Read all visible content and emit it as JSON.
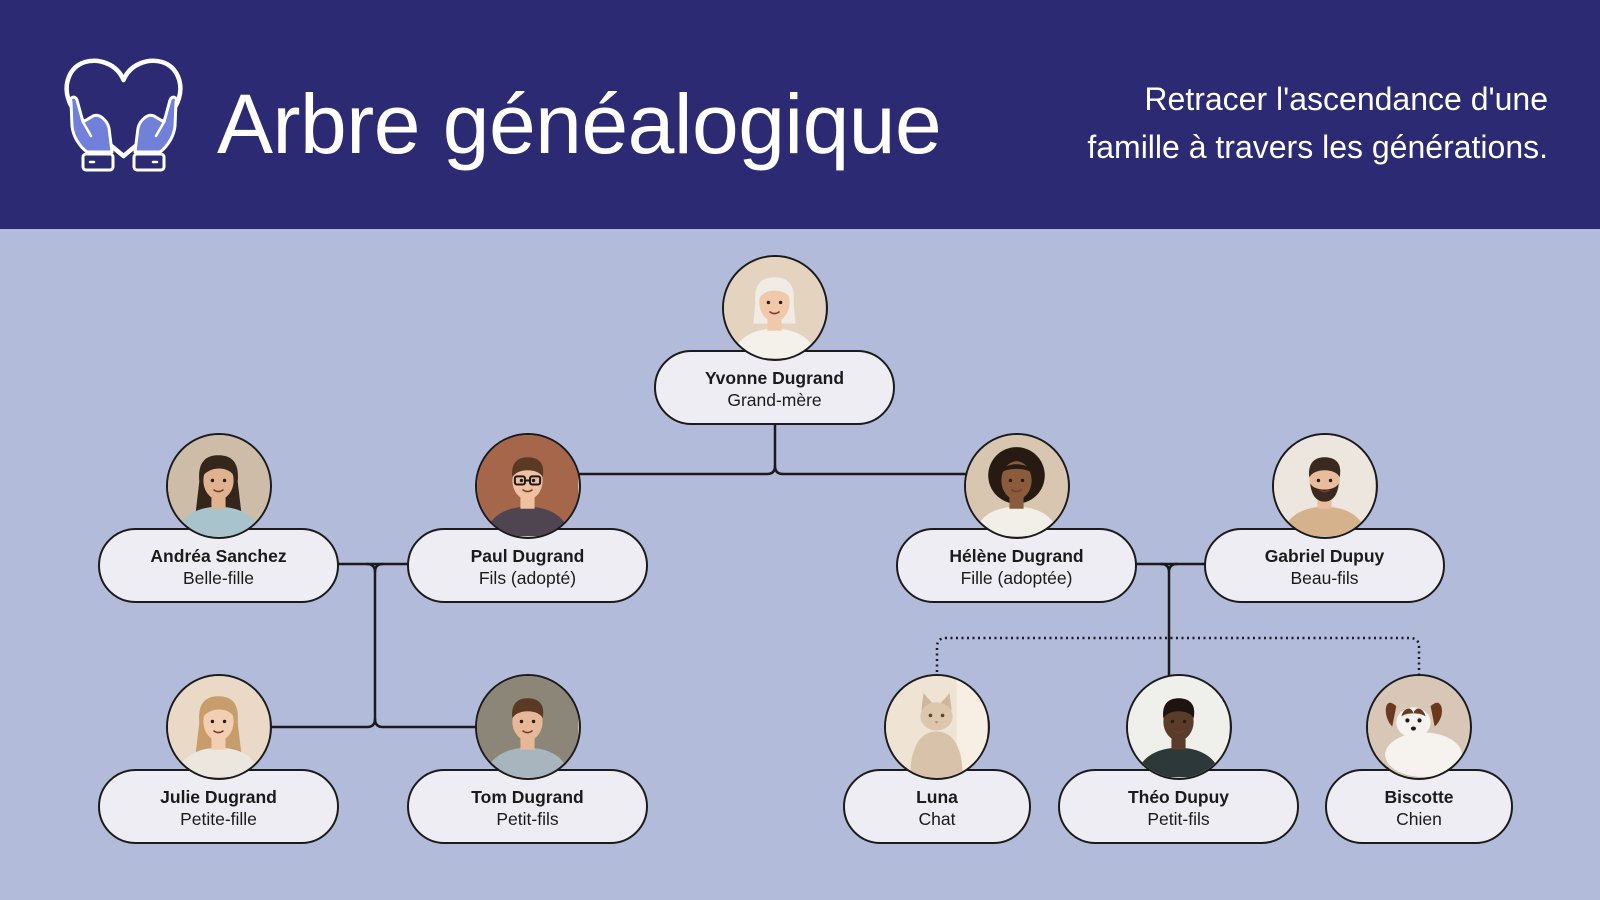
{
  "header": {
    "title": "Arbre généalogique",
    "subtitle_lines": [
      "Retracer l'ascendance d'une",
      "famille à travers les générations."
    ],
    "logo_icon": "heart-in-hands-icon"
  },
  "members": [
    {
      "name": "Yvonne Dugrand",
      "role": "Grand-mère"
    },
    {
      "name": "Andréa Sanchez",
      "role": "Belle-fille"
    },
    {
      "name": "Paul Dugrand",
      "role": "Fils (adopté)"
    },
    {
      "name": "Hélène Dugrand",
      "role": "Fille (adoptée)"
    },
    {
      "name": "Gabriel Dupuy",
      "role": "Beau-fils"
    },
    {
      "name": "Julie Dugrand",
      "role": "Petite-fille"
    },
    {
      "name": "Tom Dugrand",
      "role": "Petit-fils"
    },
    {
      "name": "Luna",
      "role": "Chat"
    },
    {
      "name": "Théo Dupuy",
      "role": "Petit-fils"
    },
    {
      "name": "Biscotte",
      "role": "Chien"
    }
  ],
  "colors": {
    "header_bg": "#2b2a73",
    "canvas_bg": "#b3bbdb",
    "card_bg": "#ededf3",
    "accent": "#7180d8"
  }
}
